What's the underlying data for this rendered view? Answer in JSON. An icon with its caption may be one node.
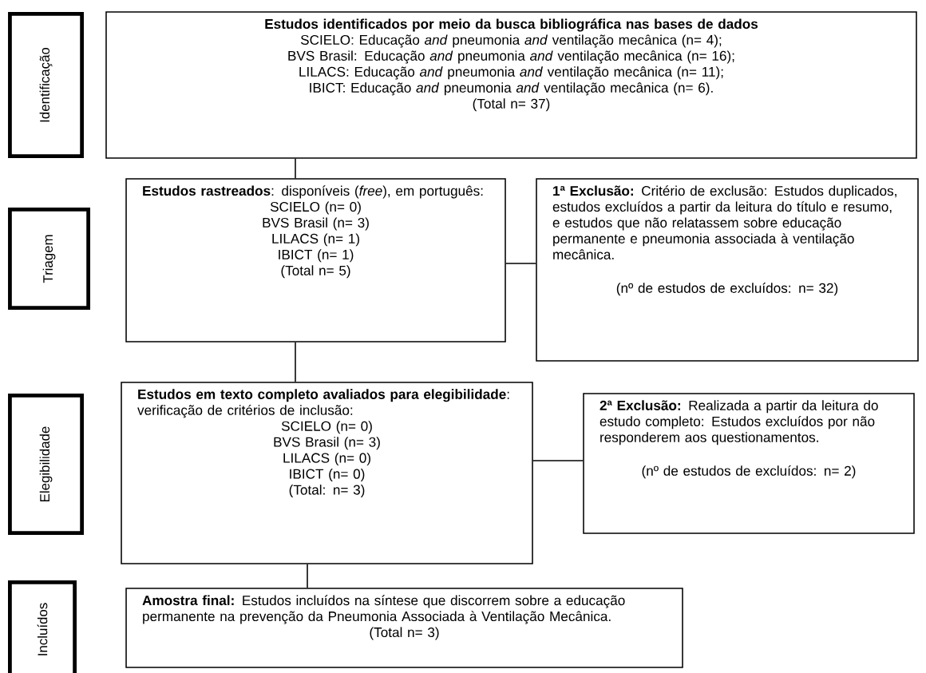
{
  "diagram": {
    "nodes": [
      {
        "text": [
          "Identificação"
        ]
      },
      {
        "text": [
          "Estudos identificados por meio da busca bibliográfica nas bases de dados",
          "SCIELO: Educação *and* pneumonia *and* ventilação mecânica (n= 4);",
          "BVS Brasil: Educação *and* pneumonia *and* ventilação mecânica (n= 16);",
          "LILACS: Educação *and* pneumonia *and* ventilação mecânica (n= 11);",
          "IBICT: Educação *and* pneumonia *and* ventilação mecânica (n= 6).",
          "(Total n= 37)"
        ]
      },
      {
        "text": [
          "Triagem"
        ]
      },
      {
        "text": [
          "**Estudos rastreados**: disponíveis (*free*), em português:",
          "SCIELO (n= 0)",
          "BVS Brasil (n= 3)",
          "LILACS (n= 1)",
          "IBICT (n= 1)",
          "(Total n= 5)"
        ]
      },
      {
        "text": [
          "**1ª Exclusão:** Critério de exclusão: Estudos duplicados, estudos excluídos a partir da leitura do título e resumo, e estudos que não relatassem sobre educação permanente e pneumonia associada à ventilação mecânica.",
          "(nº de estudos de excluídos: n= 32)"
        ]
      },
      {
        "text": [
          "Elegibilidade"
        ]
      },
      {
        "text": [
          "**Estudos em texto completo avaliados para elegibilidade**: verificação de critérios de inclusão:",
          "SCIELO (n= 0)",
          "BVS Brasil (n= 3)",
          "LILACS (n= 0)",
          "IBICT (n= 0)",
          "(Total: n= 3)"
        ]
      },
      {
        "text": [
          "**2ª Exclusão:** Realizada a partir da leitura do estudo completo: Estudos excluídos por não responderem aos questionamentos.",
          "(nº de estudos de excluídos: n= 2)"
        ]
      },
      {
        "text": [
          "Incluídos"
        ]
      },
      {
        "text": [
          "**Amostra final:** Estudos incluídos na síntese que discorrem sobre a educação permanente na prevenção da Pneumonia Associada à Ventilação Mecânica.",
          "(Total n= 3)"
        ]
      }
    ],
    "edges": [
      {
        "from": 1,
        "to": 3,
        "arrow": "none"
      },
      {
        "from": 3,
        "to": 4,
        "arrow": "none"
      },
      {
        "from": 3,
        "to": 6,
        "arrow": "none"
      },
      {
        "from": 6,
        "to": 7,
        "arrow": "none"
      },
      {
        "from": 6,
        "to": 9,
        "arrow": "none"
      }
    ]
  }
}
